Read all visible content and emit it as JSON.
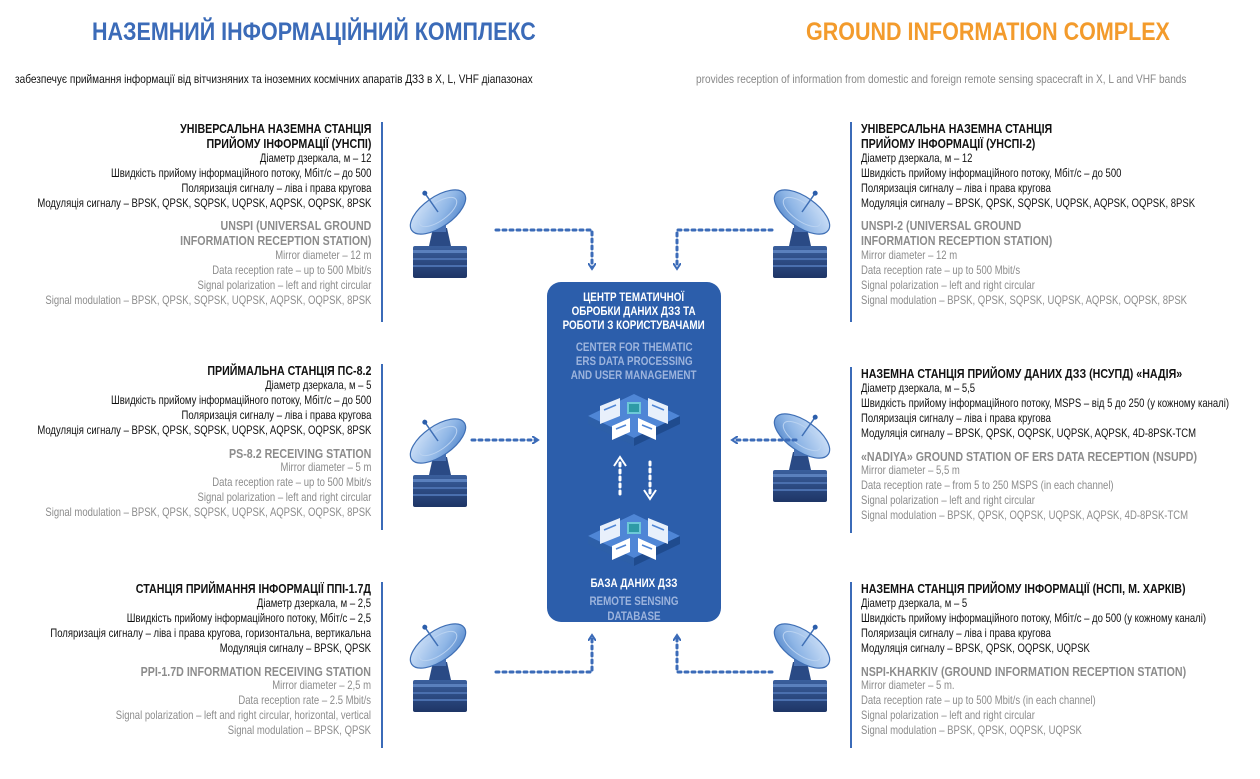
{
  "header": {
    "title_ua": "НАЗЕМНИЙ ІНФОРМАЦІЙНИЙ КОМПЛЕКС",
    "title_en": "GROUND INFORMATION COMPLEX",
    "subtitle_ua": "забезпечує приймання інформації від вітчизняних та іноземних космічних апаратів ДЗЗ в X, L, VHF діапазонах",
    "subtitle_en": "provides reception of information from domestic and foreign remote sensing spacecraft in X, L and VHF bands"
  },
  "center": {
    "title_ua_1": "ЦЕНТР ТЕМАТИЧНОЇ",
    "title_ua_2": "ОБРОБКИ ДАНИХ ДЗЗ ТА",
    "title_ua_3": "РОБОТИ З КОРИСТУВАЧАМИ",
    "title_en_1": "CENTER FOR THEMATIC",
    "title_en_2": "ERS DATA PROCESSING",
    "title_en_3": "AND USER MANAGEMENT",
    "db_ua": "БАЗА ДАНИХ ДЗЗ",
    "db_en": "REMOTE SENSING DATABASE"
  },
  "stations": {
    "unspi": {
      "ua_title_1": "УНІВЕРСАЛЬНА НАЗЕМНА СТАНЦІЯ",
      "ua_title_2": "ПРИЙОМУ ІНФОРМАЦІЇ (УНСПІ)",
      "ua_1": "Діаметр дзеркала, м – 12",
      "ua_2": "Швидкість прийому інформаційного потоку, Мбіт/с – до 500",
      "ua_3": "Поляризація сигналу – ліва і права кругова",
      "ua_4": "Модуляція сигналу – BPSK, QPSK, SQPSK, UQPSK, AQPSK, OQPSK, 8PSK",
      "en_title_1": "UNSPI (UNIVERSAL GROUND",
      "en_title_2": "INFORMATION RECEPTION STATION)",
      "en_1": "Mirror diameter – 12 m",
      "en_2": "Data reception rate – up to 500 Mbit/s",
      "en_3": "Signal polarization – left and right circular",
      "en_4": "Signal modulation – BPSK, QPSK, SQPSK, UQPSK, AQPSK, OQPSK, 8PSK"
    },
    "ps82": {
      "ua_title_1": "ПРИЙМАЛЬНА СТАНЦІЯ ПС-8.2",
      "ua_1": "Діаметр дзеркала, м – 5",
      "ua_2": "Швидкість прийому інформаційного потоку, Мбіт/с – до 500",
      "ua_3": "Поляризація сигналу – ліва і права кругова",
      "ua_4": "Модуляція сигналу – BPSK, QPSK, SQPSK, UQPSK, AQPSK, OQPSK, 8PSK",
      "en_title_1": "PS-8.2 RECEIVING STATION",
      "en_1": "Mirror diameter – 5 m",
      "en_2": "Data reception rate – up to 500 Mbit/s",
      "en_3": "Signal polarization – left and right circular",
      "en_4": "Signal modulation – BPSK, QPSK, SQPSK, UQPSK, AQPSK, OQPSK, 8PSK"
    },
    "ppi17d": {
      "ua_title_1": "СТАНЦІЯ ПРИЙМАННЯ ІНФОРМАЦІЇ ППІ-1.7Д",
      "ua_1": "Діаметр дзеркала, м – 2,5",
      "ua_2": "Швидкість прийому інформаційного потоку, Мбіт/с – 2,5",
      "ua_3": "Поляризація сигналу – ліва і права кругова, горизонтальна, вертикальна",
      "ua_4": "Модуляція сигналу – BPSK, QPSK",
      "en_title_1": "PPI-1.7D INFORMATION RECEIVING STATION",
      "en_1": "Mirror diameter – 2,5 m",
      "en_2": "Data reception rate – 2.5 Mbit/s",
      "en_3": "Signal polarization – left and right circular, horizontal, vertical",
      "en_4": "Signal modulation – BPSK, QPSK"
    },
    "unspi2": {
      "ua_title_1": "УНІВЕРСАЛЬНА НАЗЕМНА СТАНЦІЯ",
      "ua_title_2": "ПРИЙОМУ ІНФОРМАЦІЇ (УНСПІ-2)",
      "ua_1": "Діаметр дзеркала, м – 12",
      "ua_2": "Швидкість прийому інформаційного потоку, Мбіт/с – до 500",
      "ua_3": "Поляризація сигналу – ліва і права кругова",
      "ua_4": "Модуляція сигналу – BPSK, QPSK, SQPSK, UQPSK, AQPSK, OQPSK, 8PSK",
      "en_title_1": "UNSPI-2 (UNIVERSAL GROUND",
      "en_title_2": "INFORMATION RECEPTION STATION)",
      "en_1": "Mirror diameter – 12 m",
      "en_2": "Data reception rate – up to 500 Mbit/s",
      "en_3": "Signal polarization – left and right circular",
      "en_4": "Signal modulation – BPSK, QPSK, SQPSK, UQPSK, AQPSK, OQPSK, 8PSK"
    },
    "nsupd": {
      "ua_title_1": "НАЗЕМНА СТАНЦІЯ ПРИЙОМУ ДАНИХ ДЗЗ (НСУПД) «НАДІЯ»",
      "ua_1": "Діаметр дзеркала, м – 5,5",
      "ua_2": "Швидкість прийому інформаційного потоку, MSPS – від 5 до 250 (у кожному каналі)",
      "ua_3": "Поляризація сигналу – ліва і права кругова",
      "ua_4": "Модуляція сигналу – BPSK, QPSK, OQPSK, UQPSK, AQPSK, 4D-8PSK-TCM",
      "en_title_1": "«NADIYA» GROUND STATION OF ERS DATA RECEPTION (NSUPD)",
      "en_1": "Mirror diameter – 5,5 m",
      "en_2": "Data reception rate – from 5 to 250 MSPS (in each channel)",
      "en_3": "Signal polarization – left and right circular",
      "en_4": "Signal modulation – BPSK, QPSK, OQPSK, UQPSK, AQPSK, 4D-8PSK-TCM"
    },
    "nspi": {
      "ua_title_1": "НАЗЕМНА СТАНЦІЯ ПРИЙОМУ ІНФОРМАЦІЇ (НСПІ, М. ХАРКІВ)",
      "ua_1": "Діаметр дзеркала, м – 5",
      "ua_2": "Швидкість прийому інформаційного потоку, Мбіт/с – до 500  (у кожному каналі)",
      "ua_3": "Поляризація сигналу – ліва і права кругова",
      "ua_4": "Модуляція сигналу – BPSK, QPSK, OQPSK, UQPSK",
      "en_title_1": "NSPI-KHARKIV (GROUND INFORMATION RECEPTION STATION)",
      "en_1": "Mirror diameter – 5 m.",
      "en_2": "Data reception rate – up to 500 Mbit/s (in each channel)",
      "en_3": "Signal polarization – left and right circular",
      "en_4": "Signal modulation – BPSK, QPSK, OQPSK, UQPSK"
    }
  },
  "icons": [
    "satellite-dish-icon",
    "server-computer-icon"
  ],
  "colors": {
    "primary_blue": "#2c5eab",
    "accent_orange": "#f39b2c",
    "grey_text": "#8c8c8c"
  }
}
